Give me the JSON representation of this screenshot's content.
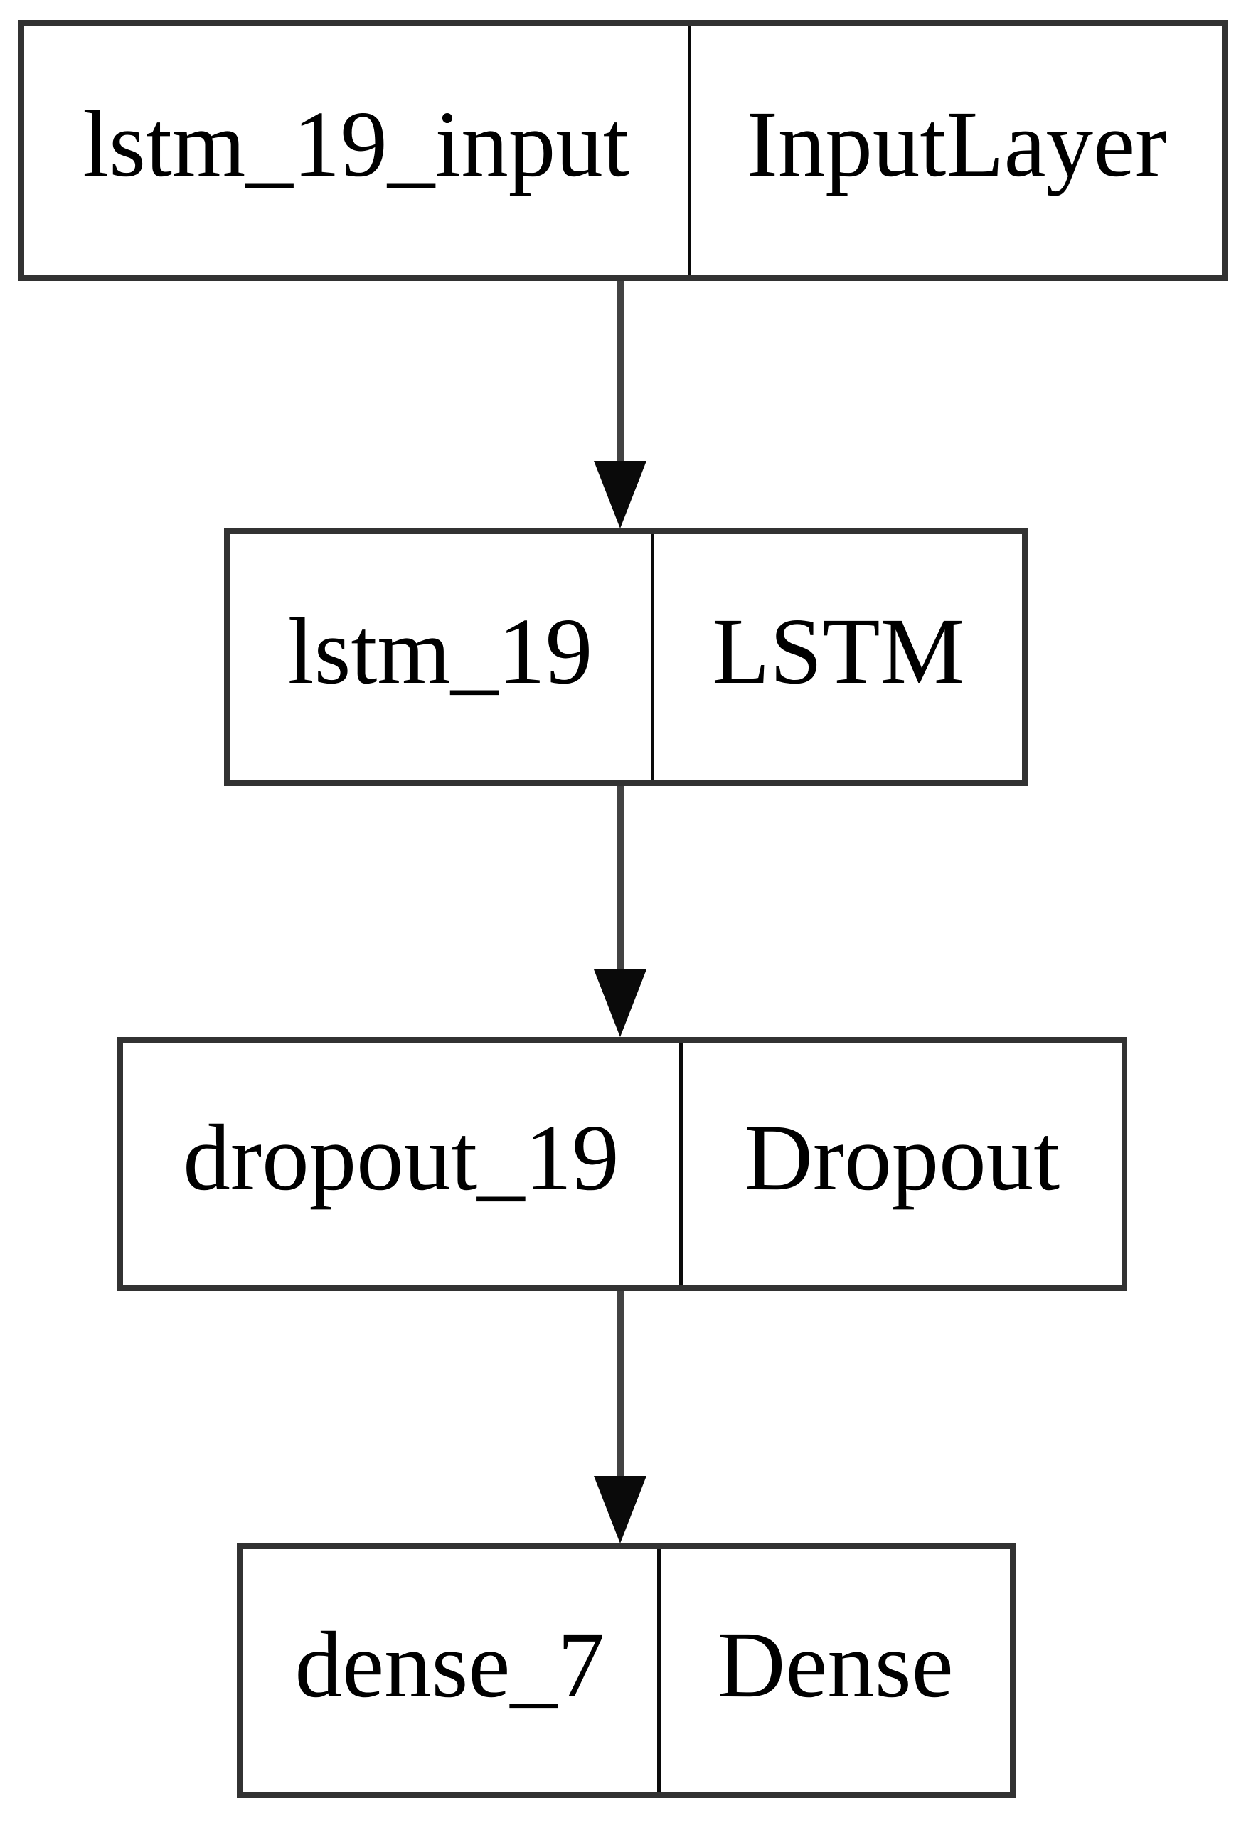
{
  "nodes": [
    {
      "name": "lstm_19_input",
      "type": "InputLayer"
    },
    {
      "name": "lstm_19",
      "type": "LSTM"
    },
    {
      "name": "dropout_19",
      "type": "Dropout"
    },
    {
      "name": "dense_7",
      "type": "Dense"
    }
  ],
  "colors": {
    "background": "#ffffff",
    "text": "#000000",
    "border": "#323232",
    "divider": "#0a0a0a",
    "edge": "#424242",
    "arrowhead": "#0a0a0a"
  }
}
